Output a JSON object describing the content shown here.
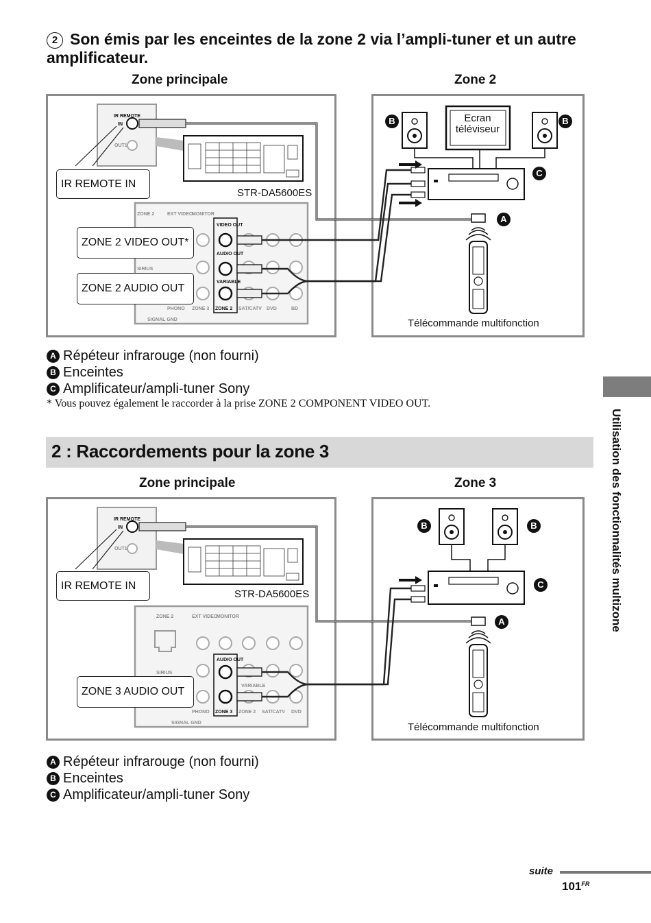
{
  "step": {
    "number": "2",
    "heading": "Son émis par les enceintes de la zone 2 via l’ampli-tuner et un autre amplificateur."
  },
  "diagram1": {
    "left_title": "Zone principale",
    "right_title": "Zone 2",
    "ir_remote_label": "IR REMOTE",
    "in_label": "IN",
    "out1_label": "OUT1",
    "callout_ir": "IR REMOTE IN",
    "receiver_model": "STR-DA5600ES",
    "callout_video": "ZONE 2 VIDEO OUT*",
    "callout_audio": "ZONE 2 AUDIO OUT",
    "tv_label": "Ecran téléviseur",
    "remote_caption": "Télécommande multifonction",
    "jack_labels": {
      "zone2": "ZONE 2",
      "ext_video": "EXT VIDEO",
      "monitor": "MONITOR",
      "video_out": "VIDEO OUT",
      "audio_out": "AUDIO OUT",
      "variable": "VARIABLE",
      "sirius": "SIRIUS",
      "phono": "PHONO",
      "zone3": "ZONE 3",
      "zone2_bottom": "ZONE 2",
      "sat": "SAT/CATV",
      "dvd": "DVD",
      "bd": "BD",
      "signal_gnd": "SIGNAL GND"
    }
  },
  "legend1": [
    {
      "badge": "A",
      "text": "Répéteur infrarouge (non fourni)"
    },
    {
      "badge": "B",
      "text": "Enceintes"
    },
    {
      "badge": "C",
      "text": "Amplificateur/ampli-tuner Sony"
    }
  ],
  "footnote": "* Vous pouvez également le raccorder à la prise ZONE 2  COMPONENT VIDEO OUT.",
  "section": {
    "title": "2 : Raccordements pour la zone 3"
  },
  "diagram2": {
    "left_title": "Zone principale",
    "right_title": "Zone 3",
    "ir_remote_label": "IR REMOTE",
    "in_label": "IN",
    "out1_label": "OUT1",
    "callout_ir": "IR REMOTE IN",
    "receiver_model": "STR-DA5600ES",
    "callout_audio": "ZONE 3 AUDIO OUT",
    "remote_caption": "Télécommande multifonction",
    "jack_labels": {
      "zone2": "ZONE 2",
      "ext_video": "EXT VIDEO",
      "monitor": "MONITOR",
      "audio_out": "AUDIO OUT",
      "variable": "VARIABLE",
      "sirius": "SIRIUS",
      "phono": "PHONO",
      "zone3": "ZONE 3",
      "zone2_bottom": "ZONE 2",
      "sat": "SAT/CATV",
      "dvd": "DVD",
      "signal_gnd": "SIGNAL GND"
    }
  },
  "legend2": [
    {
      "badge": "A",
      "text": "Répéteur infrarouge (non fourni)"
    },
    {
      "badge": "B",
      "text": "Enceintes"
    },
    {
      "badge": "C",
      "text": "Amplificateur/ampli-tuner Sony"
    }
  ],
  "side_tab": {
    "text": "Utilisation des fonctionnalités multizone"
  },
  "footer": {
    "suite": "suite",
    "page": "101",
    "page_suffix": "FR"
  },
  "colors": {
    "panel_border": "#8a8a8a",
    "section_bg": "#d8d8d8",
    "side_tab": "#7d7d7d",
    "badge": "#111111"
  }
}
